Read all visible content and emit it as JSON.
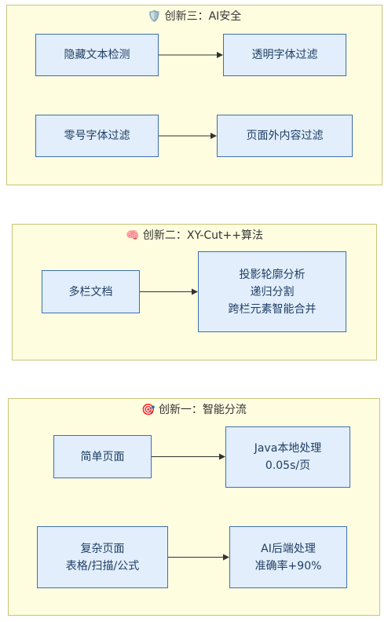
{
  "groups": [
    {
      "id": "g3",
      "icon": "🛡️",
      "title": "创新三：AI安全",
      "nodes": [
        {
          "id": "n31",
          "lines": [
            "隐藏文本检测"
          ]
        },
        {
          "id": "n32",
          "lines": [
            "透明字体过滤"
          ]
        },
        {
          "id": "n33",
          "lines": [
            "零号字体过滤"
          ]
        },
        {
          "id": "n34",
          "lines": [
            "页面外内容过滤"
          ]
        }
      ]
    },
    {
      "id": "g2",
      "icon": "🧠",
      "title": "创新二：XY-Cut++算法",
      "nodes": [
        {
          "id": "n21",
          "lines": [
            "多栏文档"
          ]
        },
        {
          "id": "n22",
          "lines": [
            "投影轮廓分析",
            "递归分割",
            "跨栏元素智能合并"
          ]
        }
      ]
    },
    {
      "id": "g1",
      "icon": "🎯",
      "title": "创新一：智能分流",
      "nodes": [
        {
          "id": "n11",
          "lines": [
            "简单页面"
          ]
        },
        {
          "id": "n12",
          "lines": [
            "Java本地处理",
            "0.05s/页"
          ]
        },
        {
          "id": "n13",
          "lines": [
            "复杂页面",
            "表格/扫描/公式"
          ]
        },
        {
          "id": "n14",
          "lines": [
            "AI后端处理",
            "准确率+90%"
          ]
        }
      ]
    }
  ],
  "edges": [
    {
      "from": "n31",
      "to": "n32"
    },
    {
      "from": "n33",
      "to": "n34"
    },
    {
      "from": "n21",
      "to": "n22"
    },
    {
      "from": "n11",
      "to": "n12"
    },
    {
      "from": "n13",
      "to": "n14"
    }
  ],
  "colors": {
    "group_fill": "#fffde0",
    "group_border": "#c8c47a",
    "node_fill": "#e2eefb",
    "node_border": "#3f6fae",
    "edge": "#333333"
  }
}
